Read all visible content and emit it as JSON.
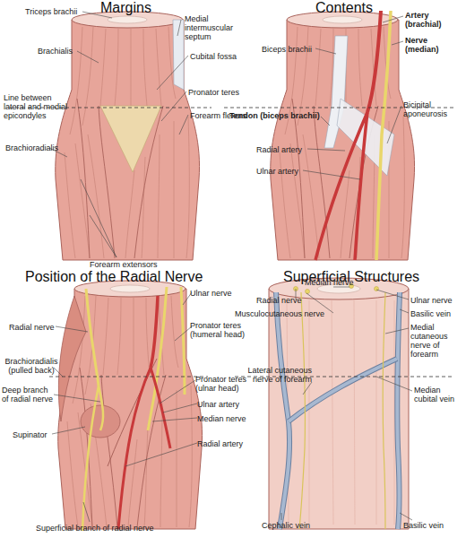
{
  "diagram": {
    "labels": [
      "Margins",
      "Triceps brachii",
      "Medial intermuscular septum",
      "Brachialis",
      "Cubital fossa",
      "Line between lateral and medial epicondyles",
      "Pronator teres",
      "Forearm flexors",
      "Brachioradialis",
      "Forearm extensors",
      "Contents",
      "Artery (brachial)",
      "Biceps brachii",
      "Nerve (median)",
      "Tendon (biceps brachii)",
      "Bicipital aponeurosis",
      "Radial artery",
      "Ulnar artery",
      "Position of the Radial Nerve",
      "Ulnar nerve",
      "Radial nerve",
      "Pronator teres (humeral head)",
      "Brachioradialis (pulled back)",
      "Deep branch of radial nerve",
      "Pronator teres (ulnar head)",
      "Ulnar artery",
      "Median nerve",
      "Supinator",
      "Radial artery",
      "Superficial branch of radial nerve",
      "Superficial Structures",
      "Median nerve",
      "Radial nerve",
      "Ulnar nerve",
      "Musculocutaneous nerve",
      "Basilic vein",
      "Medial cutaneous nerve of forearm",
      "Lateral cutaneous nerve of forearm",
      "Median cubital vein",
      "Cephalic vein",
      "Basilic vein"
    ]
  }
}
